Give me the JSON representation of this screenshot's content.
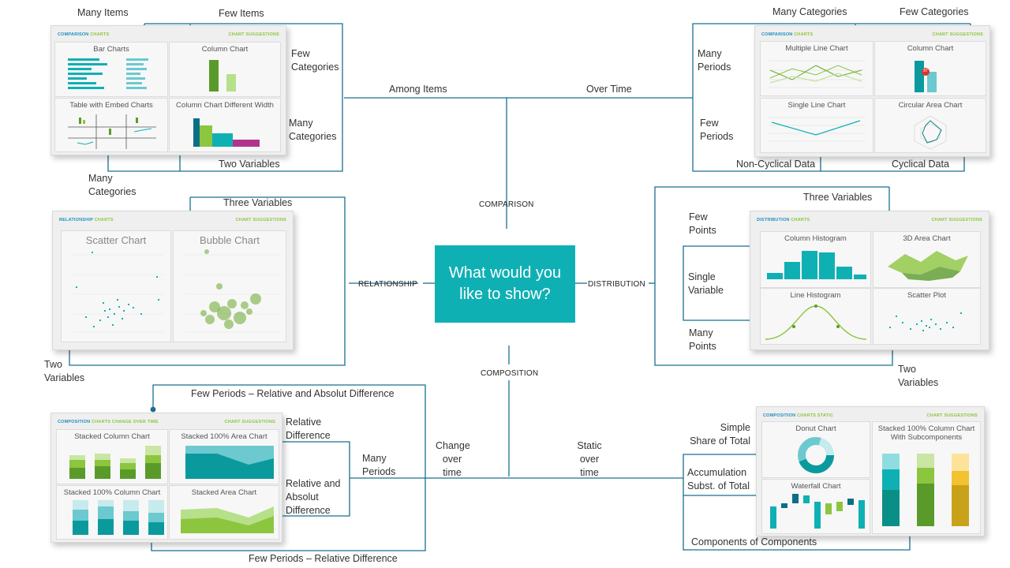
{
  "center": {
    "line1": "What would you",
    "line2": "like to show?"
  },
  "categories": {
    "comparison": "COMPARISON",
    "relationship": "RELATIONSHIP",
    "distribution": "DISTRIBUTION",
    "composition": "COMPOSITION"
  },
  "comparison": {
    "among_items": "Among Items",
    "over_time": "Over Time",
    "many_items": "Many Items",
    "few_items": "Few Items",
    "few_categories": [
      "Few",
      "Categories"
    ],
    "many_categories_right": [
      "Many",
      "Categories"
    ],
    "two_variables": "Two Variables",
    "many_categories_bottom": [
      "Many",
      "Categories"
    ],
    "many_categories_top": "Many Categories",
    "few_categories_top": "Few Categories",
    "many_periods": [
      "Many",
      "Periods"
    ],
    "few_periods": [
      "Few",
      "Periods"
    ],
    "non_cyclical": "Non-Cyclical Data",
    "cyclical": "Cyclical Data"
  },
  "relationship": {
    "three_variables": "Three Variables",
    "two_variables": [
      "Two",
      "Variables"
    ]
  },
  "distribution": {
    "three_variables": "Three Variables",
    "few_points": [
      "Few",
      "Points"
    ],
    "single_variable": [
      "Single",
      "Variable"
    ],
    "many_points": [
      "Many",
      "Points"
    ],
    "two_variables": [
      "Two",
      "Variables"
    ]
  },
  "composition": {
    "few_periods_rel_abs": "Few Periods – Relative and Absolut Difference",
    "few_periods_rel": "Few Periods – Relative Difference",
    "relative_difference": [
      "Relative",
      "Difference"
    ],
    "relative_and_absolute": [
      "Relative and",
      "Absolut",
      "Difference"
    ],
    "many_periods": [
      "Many",
      "Periods"
    ],
    "change_over_time": [
      "Change",
      "over",
      "time"
    ],
    "static_over_time": [
      "Static",
      "over",
      "time"
    ],
    "simple_share": [
      "Simple",
      "Share of Total"
    ],
    "accumulation": [
      "Accumulation",
      "Subst. of Total"
    ],
    "components_of_components": "Components of Components"
  },
  "cards": {
    "comparison_items": {
      "head_left_a": "COMPARISON ",
      "head_left_b": "CHARTS",
      "head_right": "CHART SUGGESTIONS",
      "panels": [
        "Bar Charts",
        "Column Chart",
        "Table with Embed Charts",
        "Column Chart Different Width"
      ]
    },
    "comparison_time": {
      "head_left_a": "COMPARISON ",
      "head_left_b": "CHARTS",
      "head_right": "CHART SUGGESTIONS",
      "panels": [
        "Multiple Line Chart",
        "Column Chart",
        "Single Line Chart",
        "Circular Area Chart"
      ],
      "badge": "87"
    },
    "relationship": {
      "head_left_a": "RELATIONSHIP ",
      "head_left_b": "CHARTS",
      "head_right": "CHART SUGGESTIONS",
      "panels": [
        "Scatter Chart",
        "Bubble Chart"
      ]
    },
    "distribution": {
      "head_left_a": "DISTRIBUTION ",
      "head_left_b": "CHARTS",
      "head_right": "CHART SUGGESTIONS",
      "panels": [
        "Column Histogram",
        "3D Area Chart",
        "Line Histogram",
        "Scatter Plot"
      ]
    },
    "composition_change": {
      "head_left_a": "COMPOSITION ",
      "head_left_b": "CHARTS CHANGE OVER TIME",
      "head_right": "CHART SUGGESTIONS",
      "panels": [
        "Stacked Column Chart",
        "Stacked 100% Area Chart",
        "Stacked 100% Column Chart",
        "Stacked Area Chart"
      ]
    },
    "composition_static": {
      "head_left_a": "COMPOSITION ",
      "head_left_b": "CHARTS STATIC",
      "head_right": "CHART SUGGESTIONS",
      "panels": [
        "Donut Chart",
        "Waterfall Chart",
        "Stacked 100% Column Chart",
        "With Subcomponents"
      ]
    }
  },
  "colors": {
    "teal": "#0fb0b4",
    "connector": "#1a6f8f",
    "green": "#8cc63e",
    "dark_teal": "#0a7f86",
    "purple": "#b0348c"
  }
}
